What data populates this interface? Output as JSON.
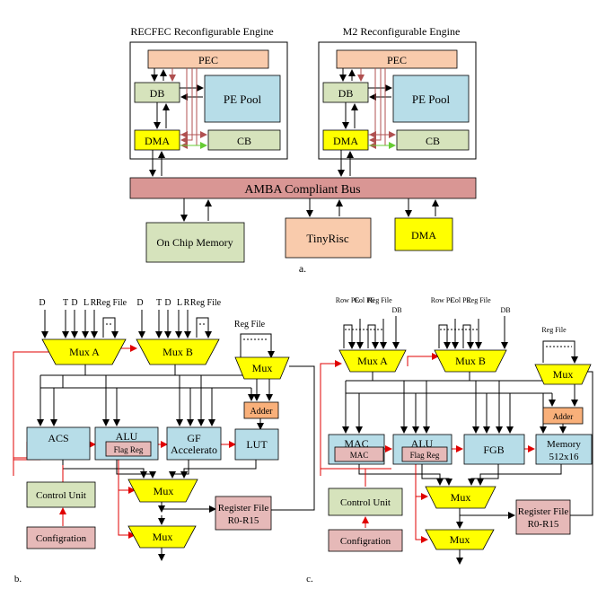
{
  "engines": {
    "left_title": "RECFEC Reconfigurable Engine",
    "right_title": "M2 Reconfigurable Engine",
    "pec": "PEC",
    "db": "DB",
    "pe_pool": "PE Pool",
    "dma": "DMA",
    "cb": "CB"
  },
  "bus": {
    "label": "AMBA Compliant Bus",
    "on_chip_memory": "On Chip Memory",
    "tinyrisc": "TinyRisc",
    "dma": "DMA",
    "caption": "a."
  },
  "fig_b": {
    "inputs_a": [
      "D",
      "T",
      "D",
      "L",
      "R",
      "Reg File"
    ],
    "inputs_b": [
      "D",
      "T",
      "D",
      "L",
      "R",
      "Reg File"
    ],
    "reg_file_top": "Reg File",
    "mux_a": "Mux A",
    "mux_b": "Mux B",
    "mux_right": "Mux",
    "adder": "Adder",
    "acs": "ACS",
    "alu": "ALU",
    "flag_reg": "Flag Reg",
    "gf_line1": "GF",
    "gf_line2": "Accelerato",
    "lut": "LUT",
    "control_unit": "Control Unit",
    "mux_mid": "Mux",
    "mux_bottom": "Mux",
    "register_file_line1": "Register File",
    "register_file_line2": "R0-R15",
    "configration": "Configration",
    "caption": "b."
  },
  "fig_c": {
    "inputs_a": [
      "Row PE",
      "Col PE",
      "Reg File",
      "DB"
    ],
    "inputs_b": [
      "Row PE",
      "Col PE",
      "Reg File",
      "DB"
    ],
    "reg_file_top": "Reg File",
    "mux_a": "Mux A",
    "mux_b": "Mux B",
    "mux_right": "Mux",
    "adder": "Adder",
    "mac": "MAC",
    "mac_inner": "MAC",
    "alu": "ALU",
    "flag_reg": "Flag Reg",
    "fgb": "FGB",
    "memory_line1": "Memory",
    "memory_line2": "512x16",
    "control_unit": "Control Unit",
    "mux_mid": "Mux",
    "mux_bottom": "Mux",
    "register_file_line1": "Register File",
    "register_file_line2": "R0-R15",
    "configration": "Configration",
    "caption": "c."
  },
  "colors": {
    "pec": "#f9cbac",
    "db": "#d6e3bc",
    "pe_pool": "#b7dde8",
    "dma": "#ffff00",
    "cb": "#d6e3bc",
    "bus": "#d99694",
    "memory": "#d6e3bc",
    "tinyrisc": "#f9cbac",
    "unit_blue": "#b7dde8",
    "flag": "#e6b9b8",
    "adder": "#f9b07a",
    "red_line": "#e00000",
    "green_line": "#66cc33"
  }
}
